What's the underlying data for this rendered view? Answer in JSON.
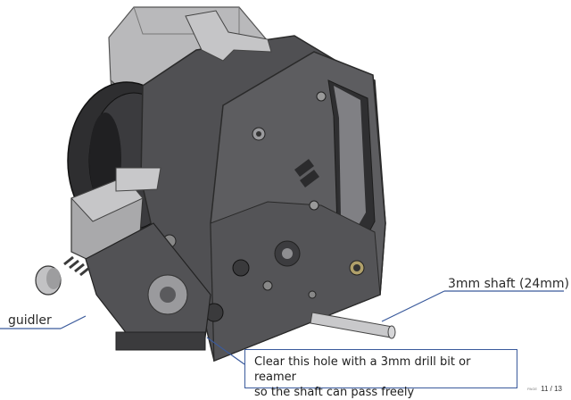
{
  "callouts": {
    "guidler": "guidler",
    "shaft": "3mm shaft (24mm)",
    "hole_note_line1": "Clear this hole with a 3mm drill bit or reamer",
    "hole_note_line2": "so the shaft can pass freely"
  },
  "footer": {
    "page_counter": "11 / 13",
    "tiny_mark": "PAGE"
  },
  "colors": {
    "body_dark": "#4a4a4d",
    "body_light": "#6a6a6d",
    "silver": "#b5b5b5",
    "wheel": "#2a2a2a",
    "leader": "#3a5a9c"
  }
}
